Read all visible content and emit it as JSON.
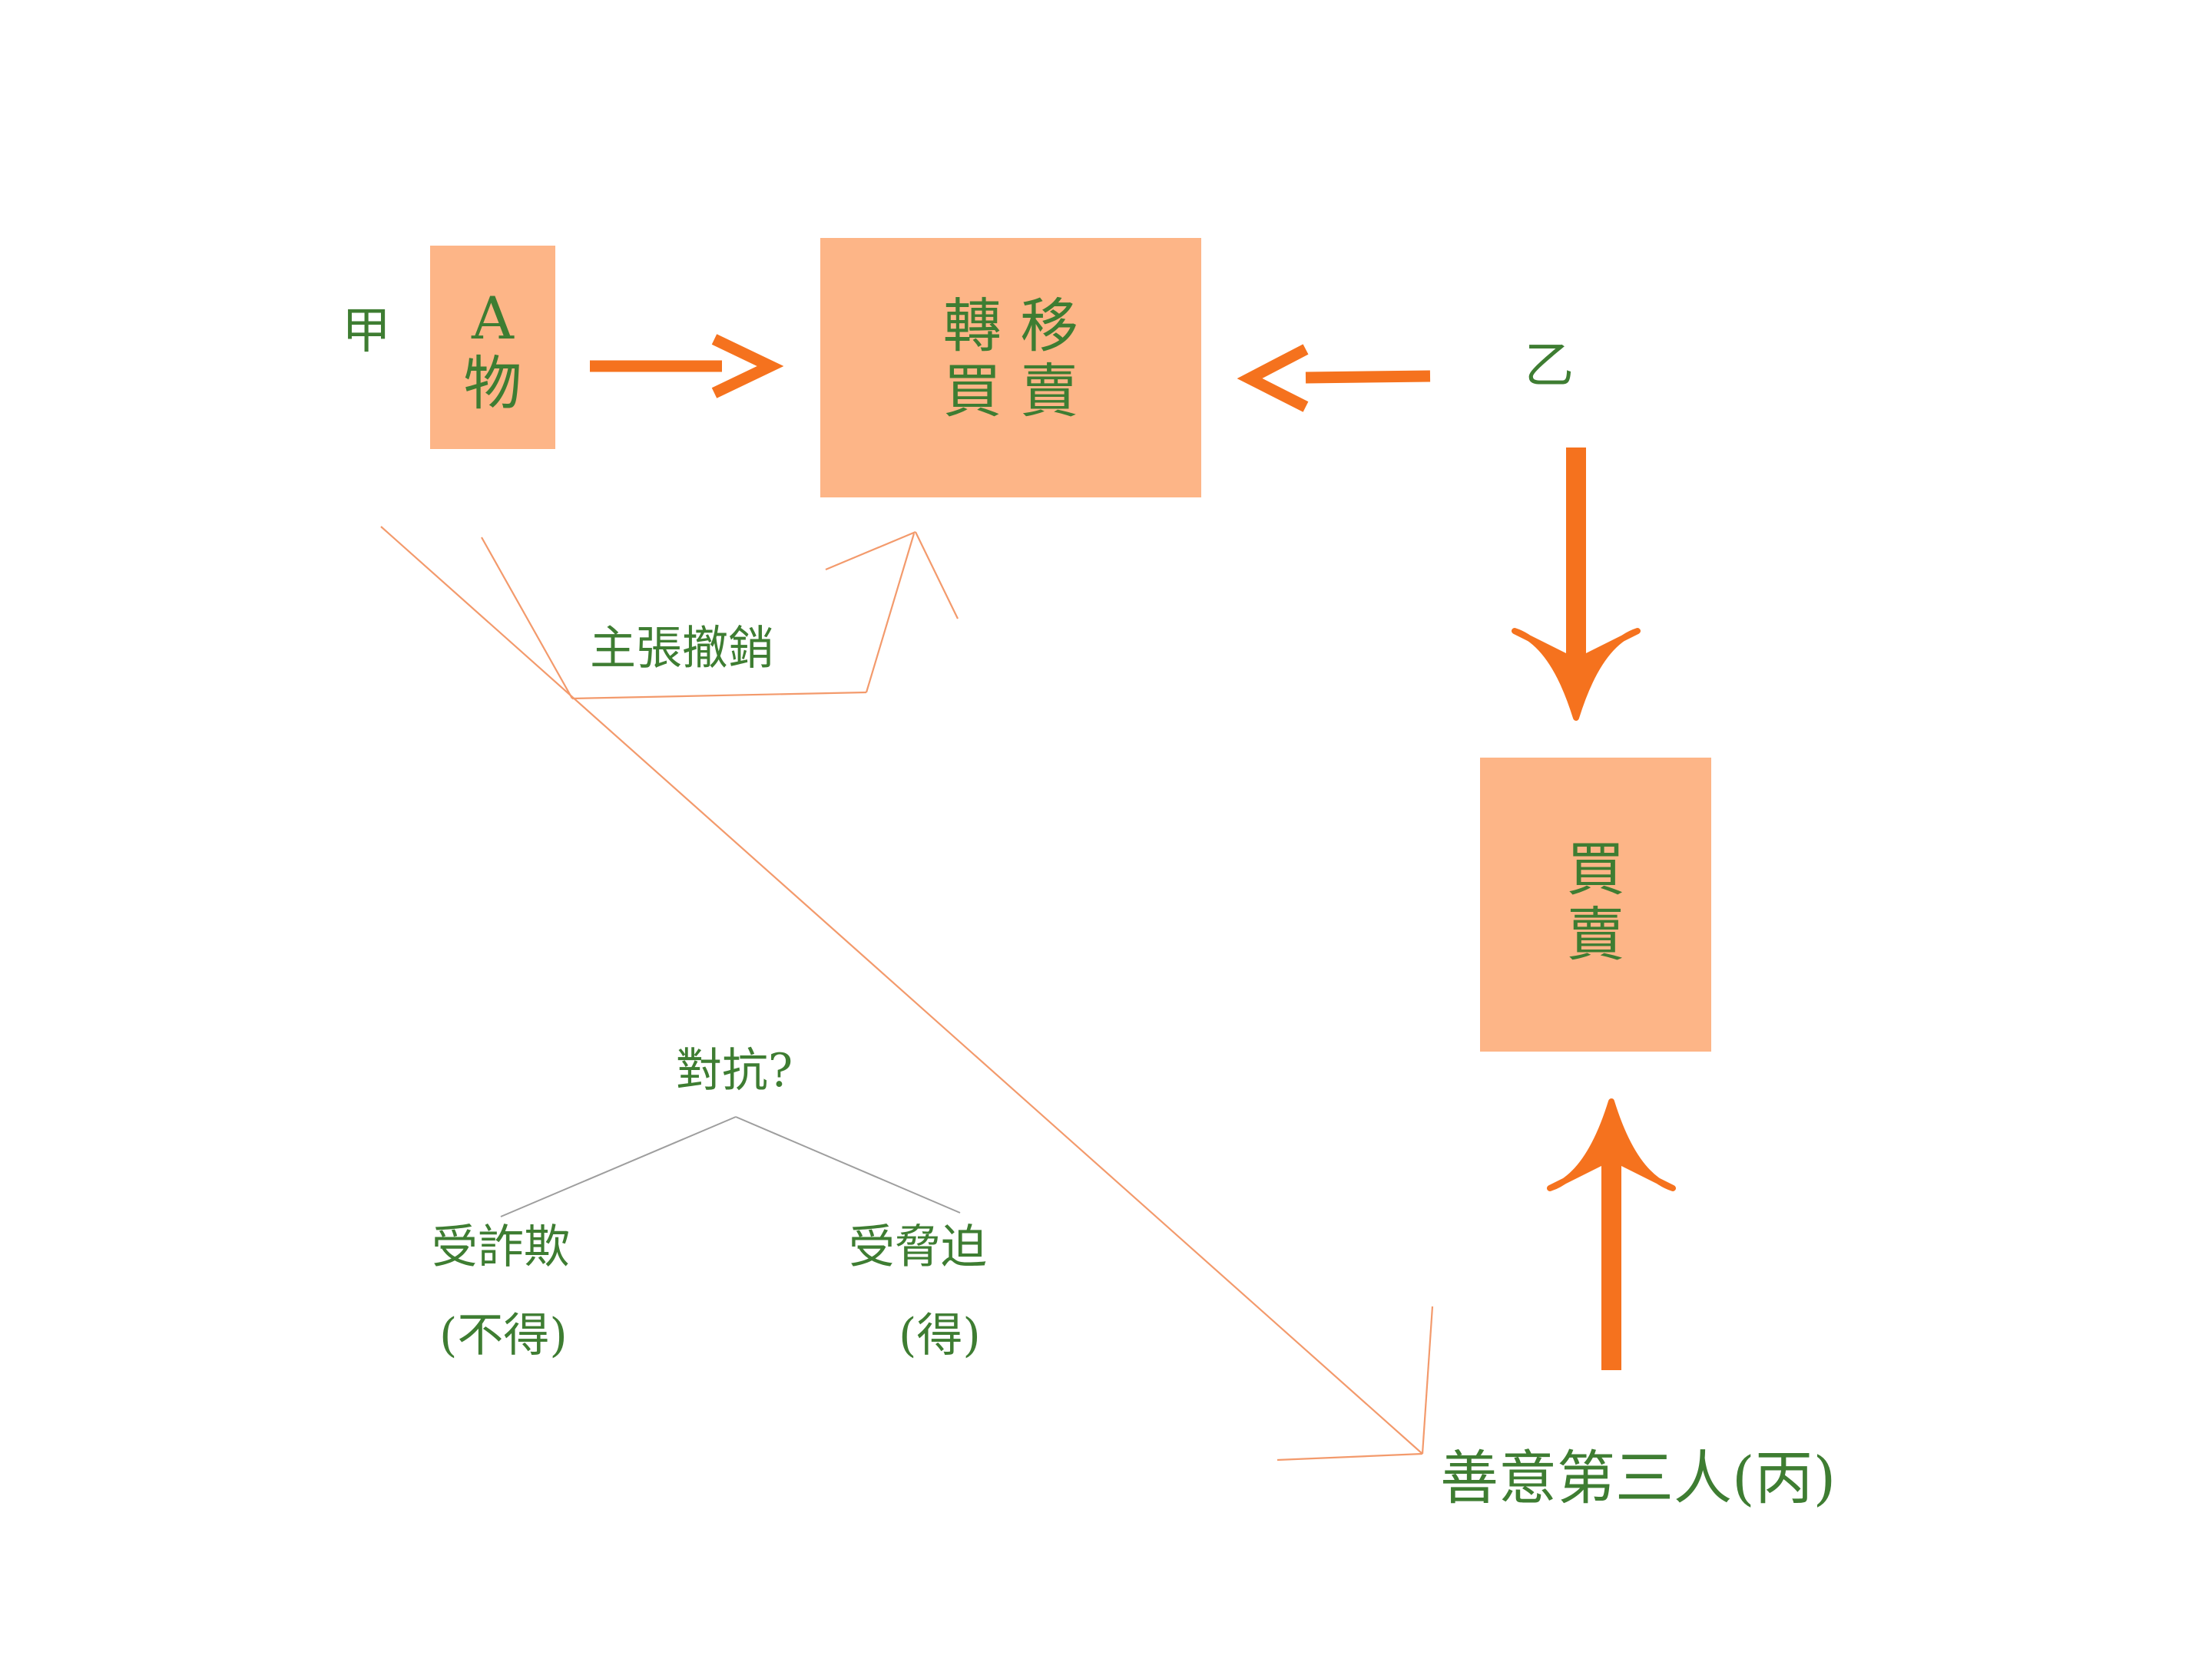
{
  "colors": {
    "box_fill": "#FDB587",
    "arrow": "#F5721E",
    "thin_arrow": "#F39A6C",
    "text": "#3E7D32",
    "branch_line": "#9E9E9E"
  },
  "parties": {
    "a": "甲",
    "b": "乙",
    "third_party": "善意第三人(丙)"
  },
  "boxes": {
    "item": {
      "line1": "A",
      "line2": "物"
    },
    "transfer": {
      "line1": "轉 移",
      "line2": "買 賣"
    },
    "sale": {
      "line1": "買",
      "line2": "賣"
    }
  },
  "labels": {
    "claim_revoke": "主張撤銷",
    "oppose": "對抗?",
    "fraud": "受詐欺",
    "fraud_result": "(不得)",
    "duress": "受脅迫",
    "duress_result": "(得)"
  },
  "icons": {
    "arrow_item_to_transfer": "arrow-right-icon",
    "arrow_b_to_transfer": "arrow-left-icon",
    "arrow_b_to_sale": "arrow-down-icon",
    "arrow_third_to_sale": "arrow-up-icon"
  }
}
